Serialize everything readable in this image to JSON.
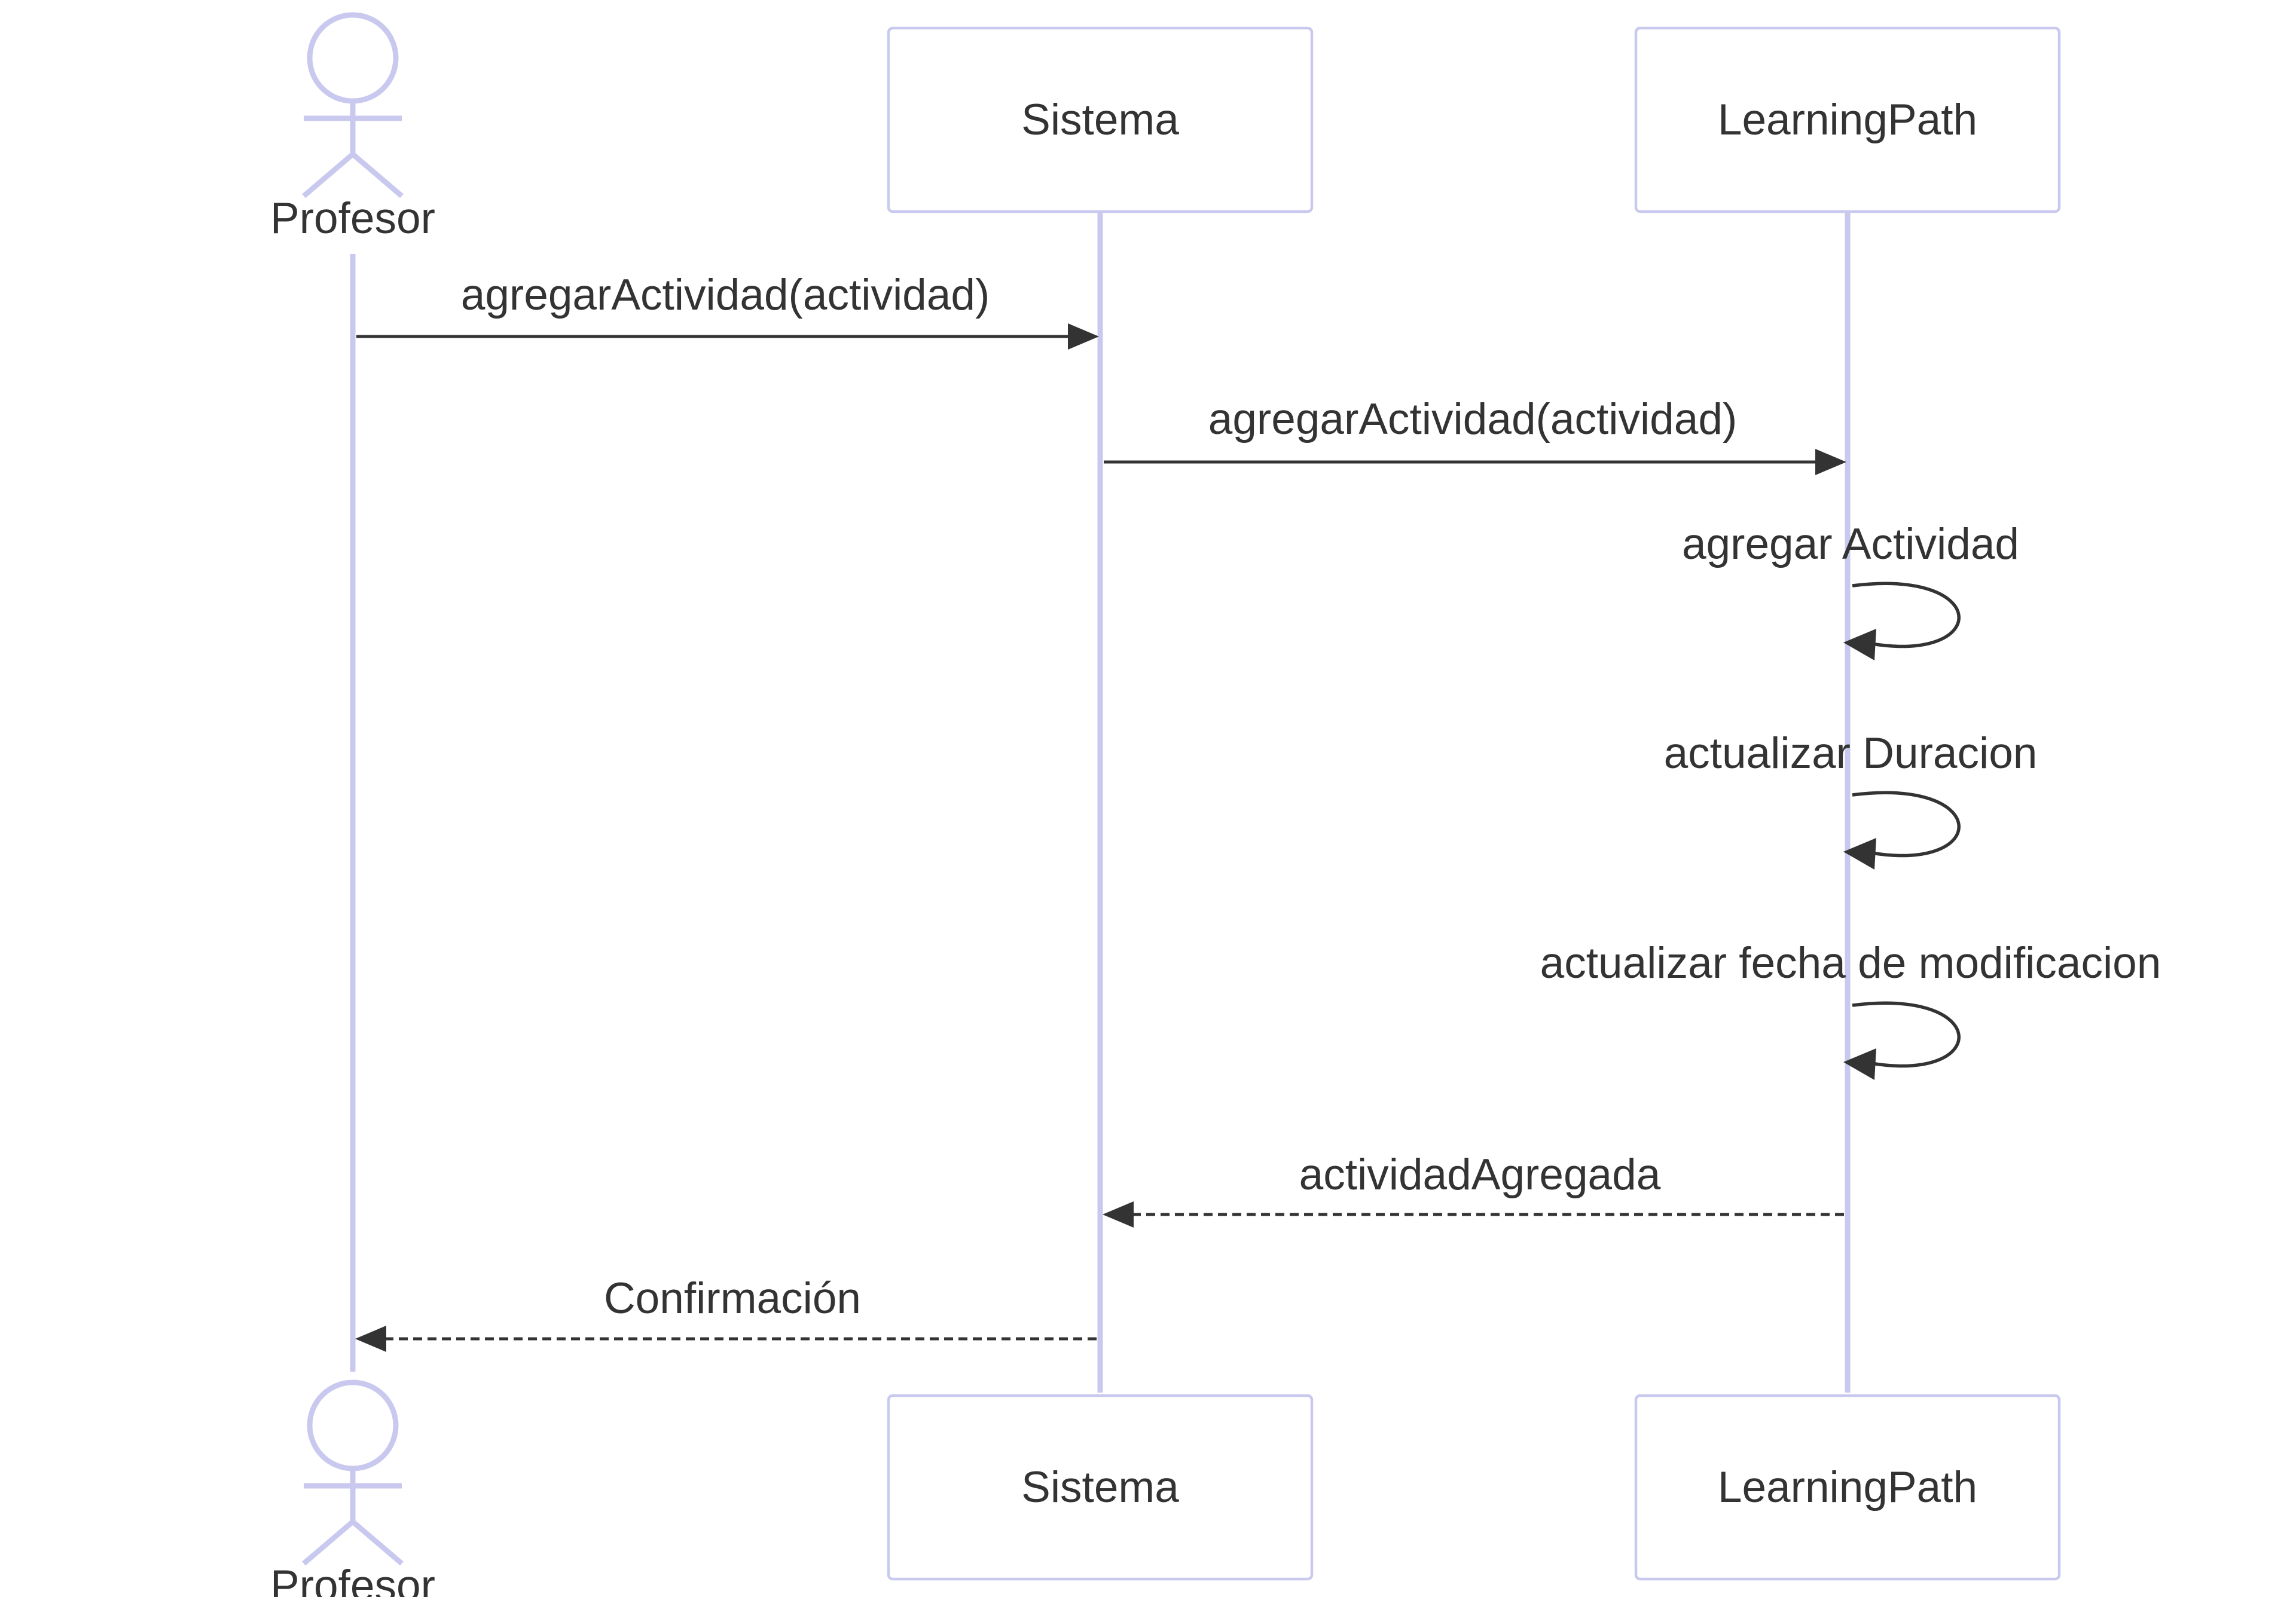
{
  "participants": {
    "profesor": "Profesor",
    "sistema": "Sistema",
    "learningpath": "LearningPath"
  },
  "messages": [
    {
      "from": "Profesor",
      "to": "Sistema",
      "label": "agregarActividad(actividad)",
      "style": "solid"
    },
    {
      "from": "Sistema",
      "to": "LearningPath",
      "label": "agregarActividad(actividad)",
      "style": "solid"
    },
    {
      "from": "LearningPath",
      "to": "LearningPath",
      "label": "agregar Actividad",
      "style": "self"
    },
    {
      "from": "LearningPath",
      "to": "LearningPath",
      "label": "actualizar Duracion",
      "style": "self"
    },
    {
      "from": "LearningPath",
      "to": "LearningPath",
      "label": "actualizar fecha de modificacion",
      "style": "self"
    },
    {
      "from": "LearningPath",
      "to": "Sistema",
      "label": "actividadAgregada",
      "style": "dashed"
    },
    {
      "from": "Sistema",
      "to": "Profesor",
      "label": "Confirmación",
      "style": "dashed"
    }
  ],
  "colors": {
    "lifeline": "#c9c9ef",
    "arrow": "#333333",
    "text": "#333333"
  }
}
